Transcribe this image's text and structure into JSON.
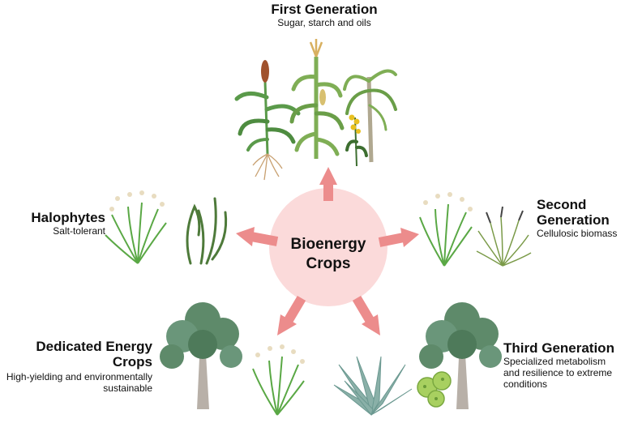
{
  "center": {
    "line1": "Bioenergy",
    "line2": "Crops",
    "fill": "#fbdada",
    "arrow_color": "#ec8c8c"
  },
  "categories": {
    "first": {
      "title": "First Generation",
      "subtitle": "Sugar, starch and oils"
    },
    "second": {
      "title_line1": "Second",
      "title_line2": "Generation",
      "subtitle": "Cellulosic biomass"
    },
    "third": {
      "title": "Third Generation",
      "subtitle_line1": "Specialized metabolism",
      "subtitle_line2": "and resilience to extreme",
      "subtitle_line3": "conditions"
    },
    "halophytes": {
      "title": "Halophytes",
      "subtitle": "Salt-tolerant"
    },
    "dedicated": {
      "title_line1": "Dedicated Energy",
      "title_line2": "Crops",
      "subtitle_line1": "High-yielding and environmentally",
      "subtitle_line2": "sustainable"
    }
  },
  "colors": {
    "leaf_green": "#5a9a4a",
    "tree_green": "#5e8a6a",
    "trunk": "#b8b0a8",
    "agave": "#8ab0a8",
    "grain": "#c8a070",
    "algae": "#a8d060"
  }
}
